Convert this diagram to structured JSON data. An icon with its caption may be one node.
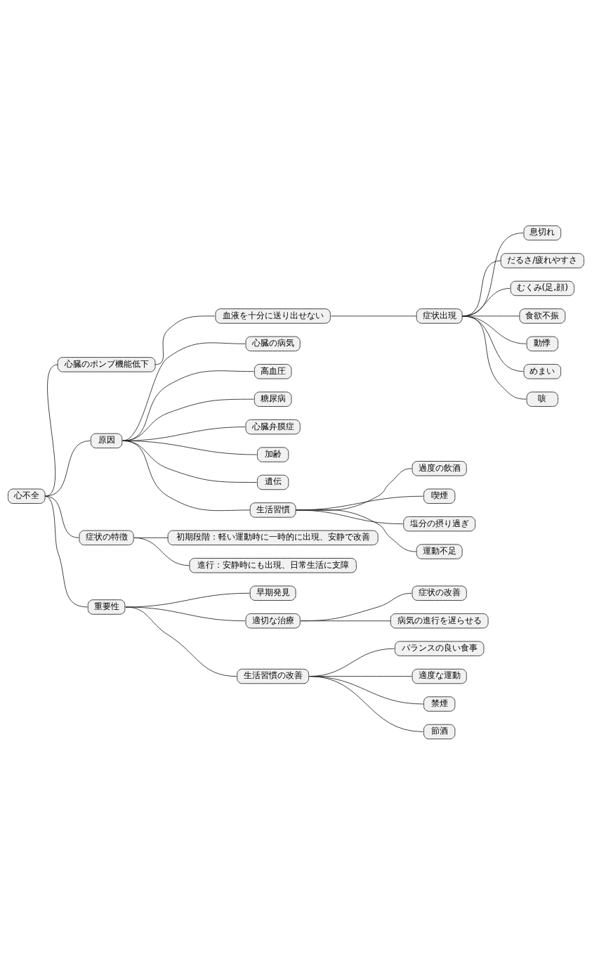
{
  "diagram": {
    "nodes": [
      {
        "text": [
          "心不全"
        ]
      },
      {
        "text": [
          "心臓のポンプ機能低下"
        ]
      },
      {
        "text": [
          "血液を十分に送り出せない"
        ]
      },
      {
        "text": [
          "症状出現"
        ]
      },
      {
        "text": [
          "息切れ"
        ]
      },
      {
        "text": [
          "だるさ/疲れやすさ"
        ]
      },
      {
        "text": [
          "むくみ(足,顔)"
        ]
      },
      {
        "text": [
          "食欲不振"
        ]
      },
      {
        "text": [
          "動悸"
        ]
      },
      {
        "text": [
          "めまい"
        ]
      },
      {
        "text": [
          "咳"
        ]
      },
      {
        "text": [
          "原因"
        ]
      },
      {
        "text": [
          "心臓の病気"
        ]
      },
      {
        "text": [
          "高血圧"
        ]
      },
      {
        "text": [
          "糖尿病"
        ]
      },
      {
        "text": [
          "心臓弁膜症"
        ]
      },
      {
        "text": [
          "加齢"
        ]
      },
      {
        "text": [
          "遺伝"
        ]
      },
      {
        "text": [
          "生活習慣"
        ]
      },
      {
        "text": [
          "過度の飲酒"
        ]
      },
      {
        "text": [
          "喫煙"
        ]
      },
      {
        "text": [
          "塩分の摂り過ぎ"
        ]
      },
      {
        "text": [
          "運動不足"
        ]
      },
      {
        "text": [
          "症状の特徴"
        ]
      },
      {
        "text": [
          "初期段階：軽い運動時に一時的に出現、安静で改善"
        ]
      },
      {
        "text": [
          "進行：安静時にも出現、日常生活に支障"
        ]
      },
      {
        "text": [
          "重要性"
        ]
      },
      {
        "text": [
          "早期発見"
        ]
      },
      {
        "text": [
          "適切な治療"
        ]
      },
      {
        "text": [
          "症状の改善"
        ]
      },
      {
        "text": [
          "病気の進行を遅らせる"
        ]
      },
      {
        "text": [
          "生活習慣の改善"
        ]
      },
      {
        "text": [
          "バランスの良い食事"
        ]
      },
      {
        "text": [
          "適度な運動"
        ]
      },
      {
        "text": [
          "禁煙"
        ]
      },
      {
        "text": [
          "節酒"
        ]
      }
    ],
    "edges": [
      {
        "from": 0,
        "to": 1,
        "arrow": "none"
      },
      {
        "from": 1,
        "to": 2,
        "arrow": "none"
      },
      {
        "from": 2,
        "to": 3,
        "arrow": "none"
      },
      {
        "from": 3,
        "to": 4,
        "arrow": "none"
      },
      {
        "from": 3,
        "to": 5,
        "arrow": "none"
      },
      {
        "from": 3,
        "to": 6,
        "arrow": "none"
      },
      {
        "from": 3,
        "to": 7,
        "arrow": "none"
      },
      {
        "from": 3,
        "to": 8,
        "arrow": "none"
      },
      {
        "from": 3,
        "to": 9,
        "arrow": "none"
      },
      {
        "from": 3,
        "to": 10,
        "arrow": "none"
      },
      {
        "from": 0,
        "to": 11,
        "arrow": "none"
      },
      {
        "from": 11,
        "to": 12,
        "arrow": "none"
      },
      {
        "from": 11,
        "to": 13,
        "arrow": "none"
      },
      {
        "from": 11,
        "to": 14,
        "arrow": "none"
      },
      {
        "from": 11,
        "to": 15,
        "arrow": "none"
      },
      {
        "from": 11,
        "to": 16,
        "arrow": "none"
      },
      {
        "from": 11,
        "to": 17,
        "arrow": "none"
      },
      {
        "from": 11,
        "to": 18,
        "arrow": "none"
      },
      {
        "from": 18,
        "to": 19,
        "arrow": "none"
      },
      {
        "from": 18,
        "to": 20,
        "arrow": "none"
      },
      {
        "from": 18,
        "to": 21,
        "arrow": "none"
      },
      {
        "from": 18,
        "to": 22,
        "arrow": "none"
      },
      {
        "from": 0,
        "to": 23,
        "arrow": "none"
      },
      {
        "from": 23,
        "to": 24,
        "arrow": "none"
      },
      {
        "from": 23,
        "to": 25,
        "arrow": "none"
      },
      {
        "from": 0,
        "to": 26,
        "arrow": "none"
      },
      {
        "from": 26,
        "to": 27,
        "arrow": "none"
      },
      {
        "from": 26,
        "to": 28,
        "arrow": "none"
      },
      {
        "from": 28,
        "to": 29,
        "arrow": "none"
      },
      {
        "from": 28,
        "to": 30,
        "arrow": "none"
      },
      {
        "from": 26,
        "to": 31,
        "arrow": "none"
      },
      {
        "from": 31,
        "to": 32,
        "arrow": "none"
      },
      {
        "from": 31,
        "to": 33,
        "arrow": "none"
      },
      {
        "from": 31,
        "to": 34,
        "arrow": "none"
      },
      {
        "from": 31,
        "to": 35,
        "arrow": "none"
      }
    ]
  }
}
